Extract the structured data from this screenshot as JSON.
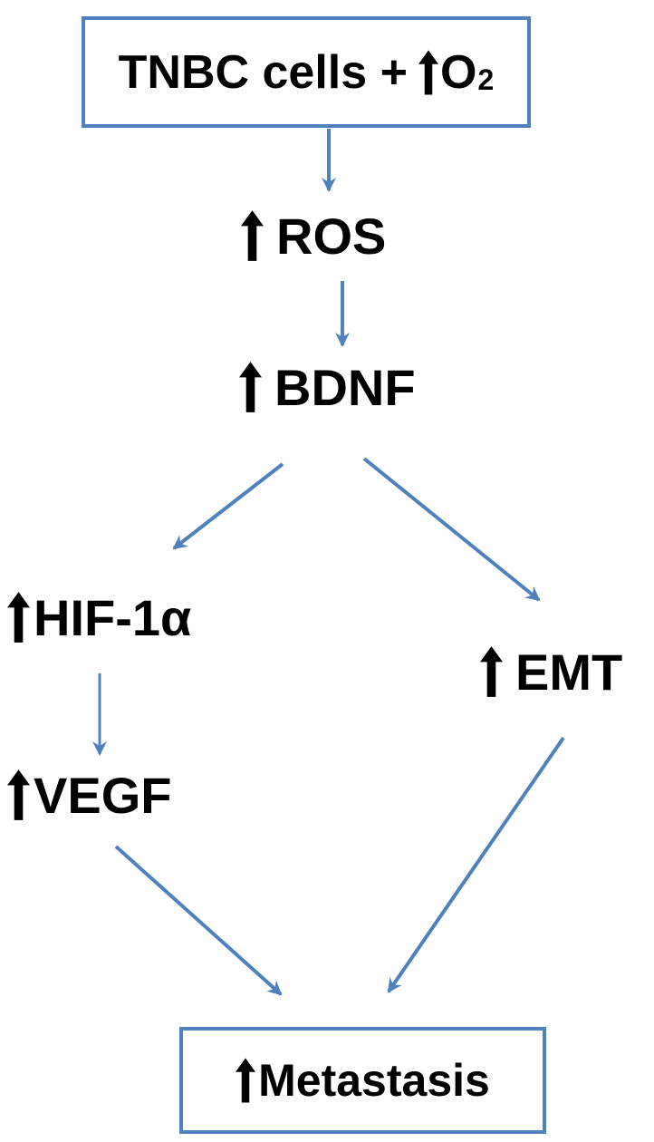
{
  "diagram": {
    "start_box": {
      "label": "TNBC cells + ↑O₂",
      "prefix": "TNBC cells +",
      "symbol": "O",
      "subscript": "2"
    },
    "nodes": [
      {
        "id": "ros",
        "label": "↑ ROS",
        "text": "ROS"
      },
      {
        "id": "bdnf",
        "label": "↑ BDNF",
        "text": "BDNF"
      },
      {
        "id": "hif1a",
        "label": "↑HIF-1α",
        "text": "HIF-1α"
      },
      {
        "id": "vegf",
        "label": "↑VEGF",
        "text": "VEGF"
      },
      {
        "id": "emt",
        "label": "↑ EMT",
        "text": "EMT"
      }
    ],
    "end_box": {
      "label": "↑Metastasis",
      "text": "Metastasis"
    },
    "edges": [
      {
        "from": "TNBC cells + ↑O₂",
        "to": "↑ ROS"
      },
      {
        "from": "↑ ROS",
        "to": "↑ BDNF"
      },
      {
        "from": "↑ BDNF",
        "to": "↑HIF-1α"
      },
      {
        "from": "↑ BDNF",
        "to": "↑ EMT"
      },
      {
        "from": "↑HIF-1α",
        "to": "↑VEGF"
      },
      {
        "from": "↑VEGF",
        "to": "↑Metastasis"
      },
      {
        "from": "↑ EMT",
        "to": "↑Metastasis"
      }
    ]
  },
  "colors": {
    "box_border": "#4f81bd",
    "connector": "#4f81bd",
    "text": "#000000",
    "background": "#ffffff"
  }
}
